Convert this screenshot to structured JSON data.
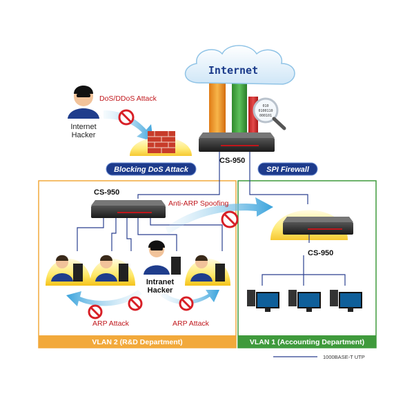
{
  "cloud": {
    "label": "Internet"
  },
  "attacks": {
    "dos": "DoS/DDoS Attack",
    "anti_arp": "Anti-ARP Spoofing",
    "arp_1": "ARP Attack",
    "arp_2": "ARP Attack"
  },
  "actors": {
    "internet_hacker": [
      "Internet",
      "Hacker"
    ],
    "intranet_hacker": [
      "Intranet",
      "Hacker"
    ]
  },
  "banners": {
    "blocking": "Blocking DoS Attack",
    "spi": "SPI Firewall"
  },
  "devices": {
    "core": "CS-950",
    "vlan2_switch": "CS-950",
    "vlan1_switch": "CS-950"
  },
  "vlans": {
    "vlan2": "VLAN 2 (R&D Department)",
    "vlan1": "VLAN 1 (Accounting Department)"
  },
  "legend": {
    "label": "1000BASE-T UTP"
  },
  "colors": {
    "orange_border": "#f2a93b",
    "orange_bar": "#f0a33a",
    "green_border": "#3f9a3c",
    "green_bar": "#3f9a3c",
    "banner_blue": "#1d3b8c",
    "link_blue": "#2a3f8f",
    "stop_red": "#d81f26"
  }
}
